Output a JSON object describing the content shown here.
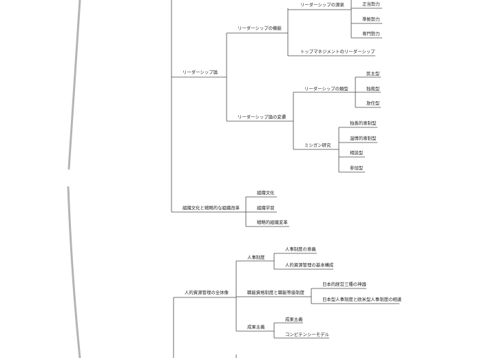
{
  "nodes": {
    "leadership_theory": "リーダーシップ論",
    "leadership_function": "リーダーシップの機能",
    "leadership_source": "リーダーシップの源泉",
    "legitimate_power": "正当勢力",
    "referent_power": "準拠勢力",
    "expert_power": "専門勢力",
    "top_management_leadership": "トップマネジメントのリーダーシップ",
    "leadership_history": "リーダーシップ論の変遷",
    "leadership_types": "リーダーシップの類型",
    "democratic": "民主型",
    "autocratic": "独裁型",
    "laissez_faire": "放任型",
    "michigan_study": "ミシガン研究",
    "exploitative_authoritative": "独善的専制型",
    "benevolent_authoritative": "温情的専制型",
    "consultative": "相談型",
    "participative": "参加型",
    "org_culture_change": "組織文化と戦略的な組織改革",
    "org_culture": "組織文化",
    "org_learning": "組織学習",
    "strategic_org_change": "戦略的組織変革",
    "hrm_overview": "人的資源管理の全体像",
    "personnel_system": "人事制度",
    "personnel_system_importance": "人事制度の意義",
    "hrm_basic_structure": "人的資源管理の基本構成",
    "job_grade_systems": "職能資格制度と職能等級制度",
    "japanese_three_treasures": "日本的経営三種の神器",
    "japan_vs_west_hr": "日本型人事制度と欧米型人事制度の相違",
    "performance_based": "成果主義",
    "performance_based_child": "成果主義",
    "competency_model": "コンピテンシーモデル"
  }
}
